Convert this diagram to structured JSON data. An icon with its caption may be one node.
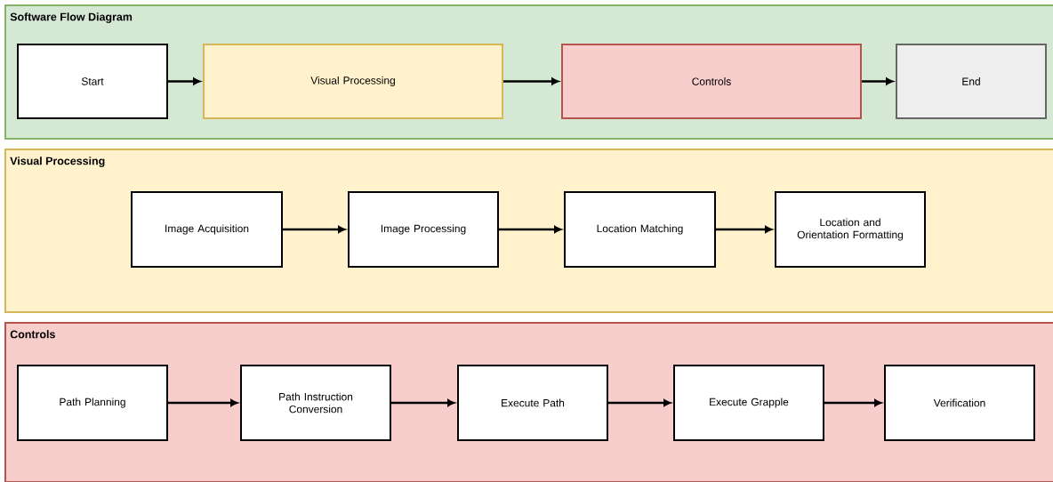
{
  "diagram": {
    "nodes": [
      {
        "text": [
          "Software Flow Diagram"
        ]
      },
      {
        "text": [
          "Start"
        ],
        "in": 0
      },
      {
        "text": [
          "Visual Processing"
        ],
        "in": 0
      },
      {
        "text": [
          "Controls"
        ],
        "in": 0
      },
      {
        "text": [
          "End"
        ],
        "in": 0
      },
      {
        "text": [
          "Visual Processing"
        ]
      },
      {
        "text": [
          "Image Acquisition"
        ],
        "in": 5
      },
      {
        "text": [
          "Image Processing"
        ],
        "in": 5
      },
      {
        "text": [
          "Location Matching"
        ],
        "in": 5
      },
      {
        "text": [
          "Location and Orientation Formatting"
        ],
        "in": 5
      },
      {
        "text": [
          "Controls"
        ]
      },
      {
        "text": [
          "Path Planning"
        ],
        "in": 10
      },
      {
        "text": [
          "Path Instruction Conversion"
        ],
        "in": 10
      },
      {
        "text": [
          "Execute Path"
        ],
        "in": 10
      },
      {
        "text": [
          "Execute Grapple"
        ],
        "in": 10
      },
      {
        "text": [
          "Verification"
        ],
        "in": 10
      }
    ],
    "edges": [
      {
        "from": 1,
        "to": 2,
        "arrow": "to"
      },
      {
        "from": 2,
        "to": 3,
        "arrow": "to"
      },
      {
        "from": 3,
        "to": 4,
        "arrow": "to"
      },
      {
        "from": 6,
        "to": 7,
        "arrow": "to"
      },
      {
        "from": 7,
        "to": 8,
        "arrow": "to"
      },
      {
        "from": 8,
        "to": 9,
        "arrow": "to"
      },
      {
        "from": 11,
        "to": 12,
        "arrow": "to"
      },
      {
        "from": 12,
        "to": 13,
        "arrow": "to"
      },
      {
        "from": 13,
        "to": 14,
        "arrow": "to"
      },
      {
        "from": 14,
        "to": 15,
        "arrow": "to"
      }
    ]
  }
}
